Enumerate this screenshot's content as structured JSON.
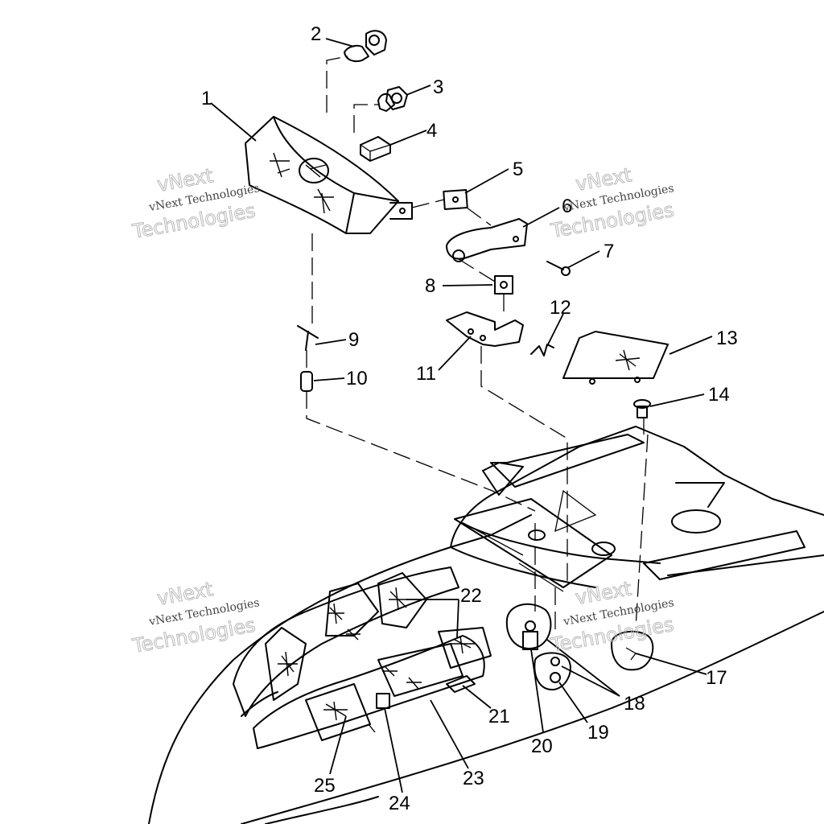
{
  "callouts": [
    "1",
    "2",
    "3",
    "4",
    "5",
    "6",
    "7",
    "8",
    "9",
    "10",
    "11",
    "12",
    "13",
    "14",
    "17",
    "18",
    "19",
    "20",
    "21",
    "22",
    "23",
    "24",
    "25"
  ],
  "watermark": {
    "line_small": "vNext Technologies",
    "line_big_a": "vNext",
    "line_big_b": "Technologies"
  }
}
